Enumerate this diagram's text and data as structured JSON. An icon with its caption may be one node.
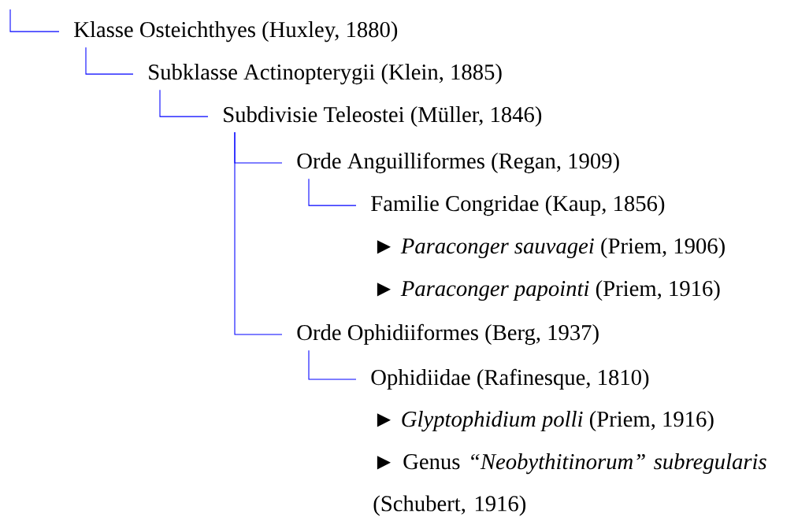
{
  "diagram": {
    "nodes": [
      {
        "text": [
          "Klasse Osteichthyes (Huxley, 1880)"
        ]
      },
      {
        "text": [
          "Subklasse Actinopterygii (Klein, 1885)"
        ]
      },
      {
        "text": [
          "Subdivisie Teleostei (Müller, 1846)"
        ]
      },
      {
        "text": [
          "Orde Anguilliformes (Regan, 1909)"
        ]
      },
      {
        "text": [
          "Familie Congridae (Kaup, 1856)"
        ]
      },
      {
        "text": [
          "► *Paraconger sauvagei* (Priem, 1906)"
        ]
      },
      {
        "text": [
          "► *Paraconger papointi* (Priem, 1916)"
        ]
      },
      {
        "text": [
          "Orde Ophidiiformes (Berg, 1937)"
        ]
      },
      {
        "text": [
          "Ophidiidae (Rafinesque, 1810)"
        ]
      },
      {
        "text": [
          "► *Glyptophidium polli* (Priem, 1916)"
        ]
      },
      {
        "text": [
          "► Genus *“Neobythitinorum” subregularis* (Schubert, 1916)"
        ]
      }
    ],
    "edges": [
      {
        "from": null,
        "to": 0,
        "arrow": "none"
      },
      {
        "from": 0,
        "to": 1,
        "arrow": "none"
      },
      {
        "from": 1,
        "to": 2,
        "arrow": "none"
      },
      {
        "from": 2,
        "to": 3,
        "arrow": "none"
      },
      {
        "from": 3,
        "to": 4,
        "arrow": "none"
      },
      {
        "from": 2,
        "to": 7,
        "arrow": "none"
      },
      {
        "from": 7,
        "to": 8,
        "arrow": "none"
      }
    ]
  }
}
